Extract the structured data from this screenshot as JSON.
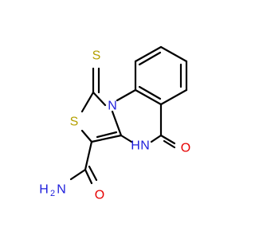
{
  "colors": {
    "bond": "#000000",
    "S": "#b4a000",
    "N": "#1e1edc",
    "O": "#e60000",
    "C": "#000000",
    "background": "#ffffff"
  },
  "atoms": {
    "s_thioxo": "S",
    "s_ring": "S",
    "n_ring": "N",
    "nh": "H",
    "nh_n": "N",
    "o_keto": "O",
    "o_amide": "O",
    "nh2_h": "H",
    "nh2_sub": "2",
    "nh2_n": "N"
  }
}
